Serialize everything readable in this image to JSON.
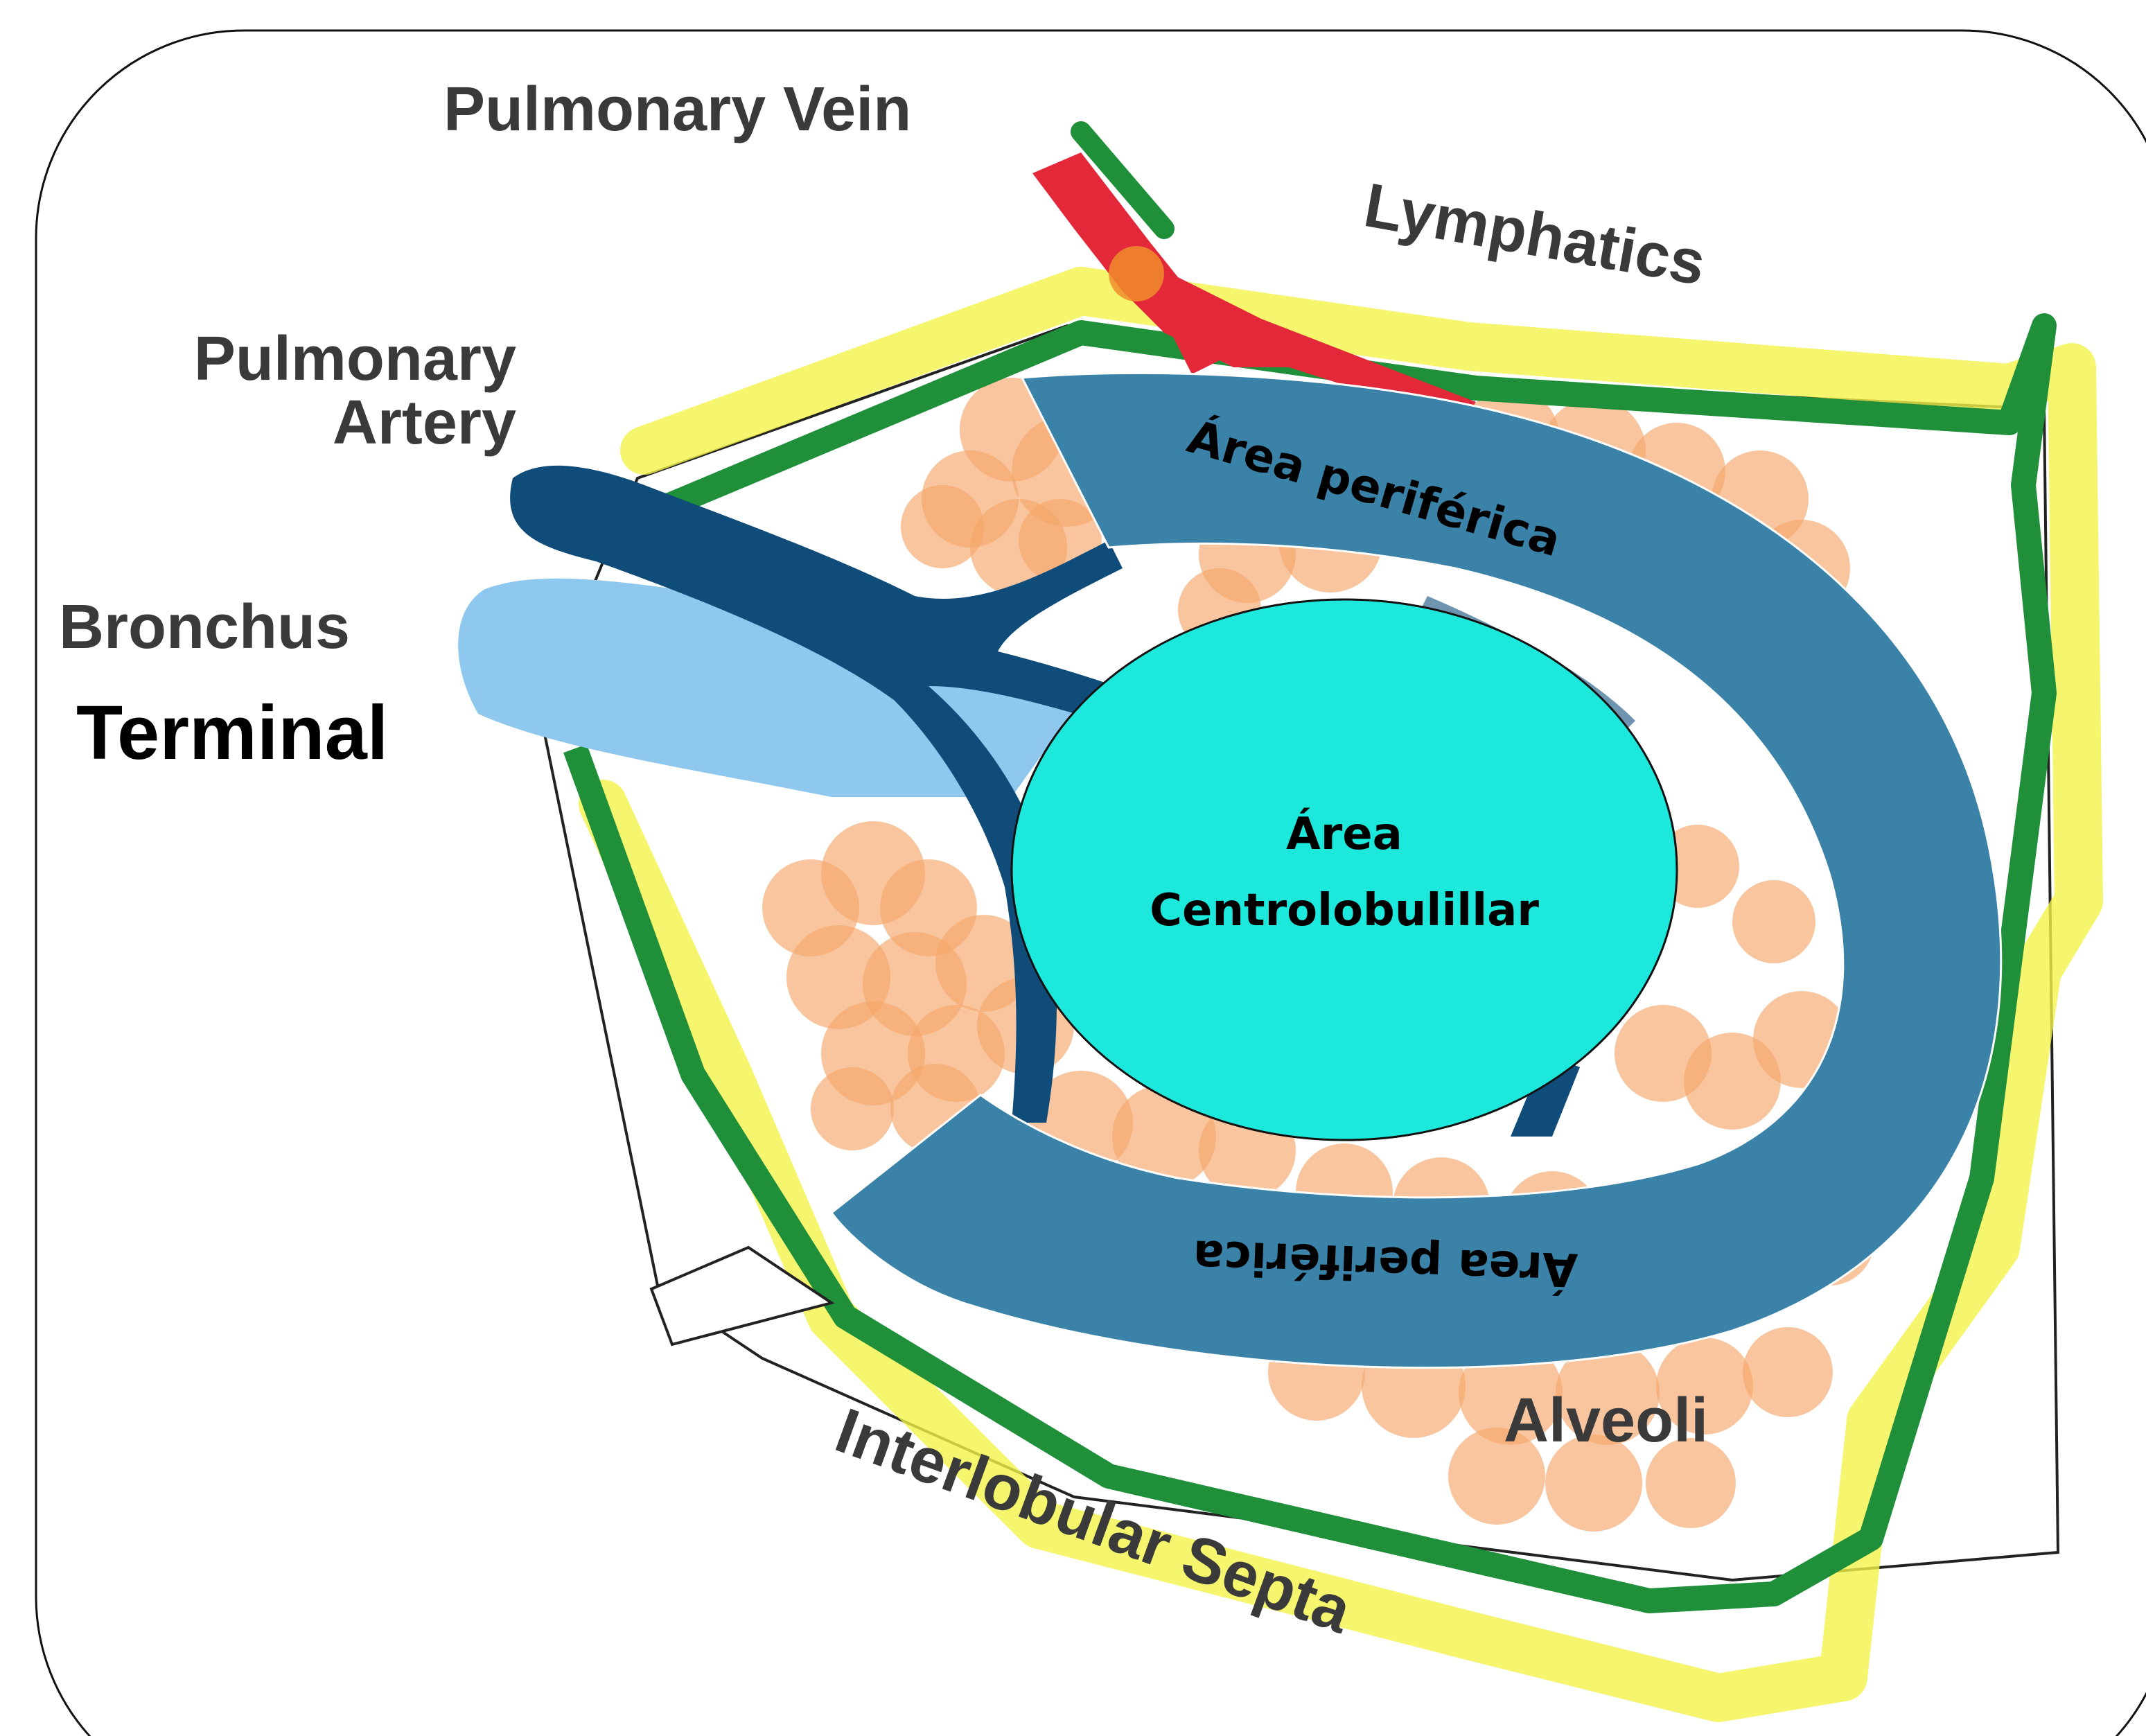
{
  "labels": {
    "pulmonary_vein": "Pulmonary Vein",
    "lymphatics": "Lymphatics",
    "pulmonary_artery_line1": "Pulmonary",
    "pulmonary_artery_line2": "Artery",
    "bronchus": "Bronchus",
    "terminal": "Terminal",
    "alveoli": "Alveoli",
    "interlobular_septa": "Interlobular Septa"
  },
  "zones": {
    "peripheral_top": "Área periférica",
    "peripheral_bottom": "Área periférica",
    "central_line1": "Área",
    "central_line2": "Centrolobulillar"
  },
  "colors": {
    "septa_green": "#1f8f3a",
    "highlight_yellow": "#f2f24a",
    "vein_red": "#e3283a",
    "artery_navy": "#0f4c7a",
    "bronchus_light_blue": "#8fc8ee",
    "alveoli_orange": "#f4a66a",
    "peripheral_band": "#3a82a8",
    "central_area": "#1de8dc"
  }
}
